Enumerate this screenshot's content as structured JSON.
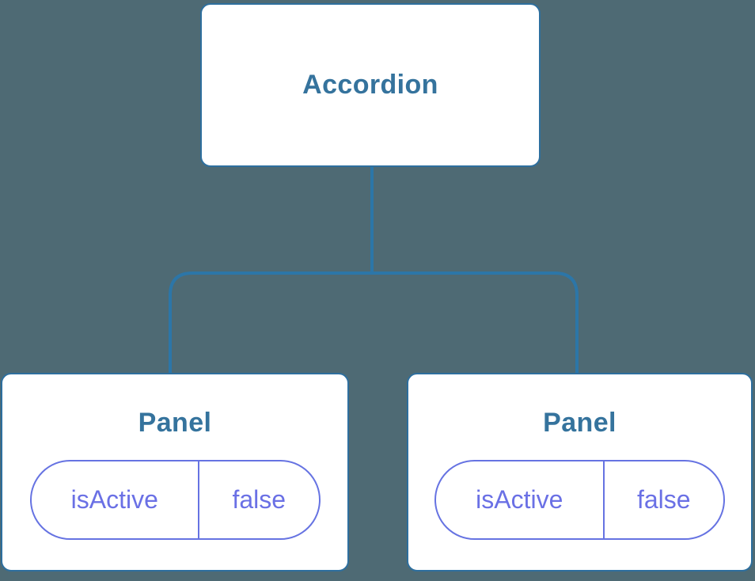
{
  "diagram": {
    "type": "component-tree",
    "colors": {
      "background": "#4e6a74",
      "node_fill": "#ffffff",
      "node_border": "#2e6f9e",
      "connector_line": "#2c76a8",
      "node_title_text": "#35739d",
      "state_pill_border": "#6673e2",
      "state_pill_text": "#6a70e5"
    },
    "root": {
      "label": "Accordion"
    },
    "children": [
      {
        "label": "Panel",
        "state": {
          "key": "isActive",
          "value": "false"
        }
      },
      {
        "label": "Panel",
        "state": {
          "key": "isActive",
          "value": "false"
        }
      }
    ]
  }
}
